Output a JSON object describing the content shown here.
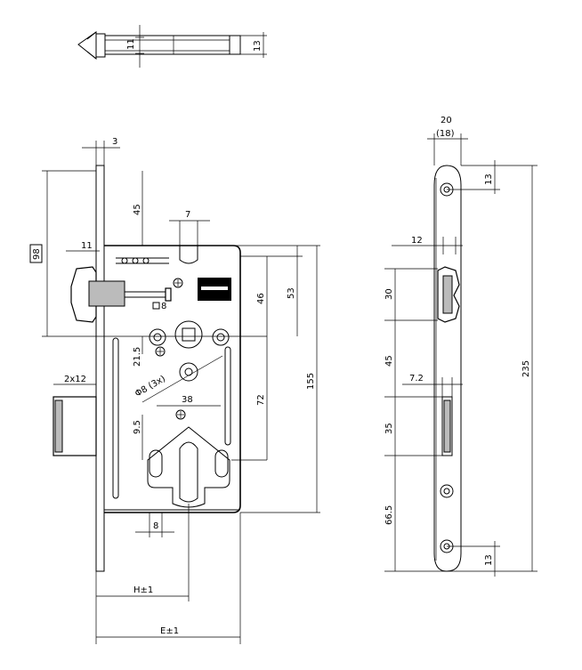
{
  "dims": {
    "top_11": "11",
    "top_13": "13",
    "d3": "3",
    "d45": "45",
    "d7": "7",
    "d98": "98",
    "d11": "11",
    "d46": "46",
    "d53": "53",
    "sq8": "8",
    "d21_5": "21.5",
    "phi8": "Φ8 (3x)",
    "d155": "155",
    "d72": "72",
    "d38": "38",
    "d2x12": "2x12",
    "d9_5": "9.5",
    "d8": "8",
    "h": "H±1",
    "e": "E±1",
    "d20": "20",
    "d18": "(18)",
    "r13a": "13",
    "d12": "12",
    "d30": "30",
    "d45b": "45",
    "d7_2": "7.2",
    "d235": "235",
    "d35": "35",
    "d66_5": "66.5",
    "r13b": "13"
  }
}
